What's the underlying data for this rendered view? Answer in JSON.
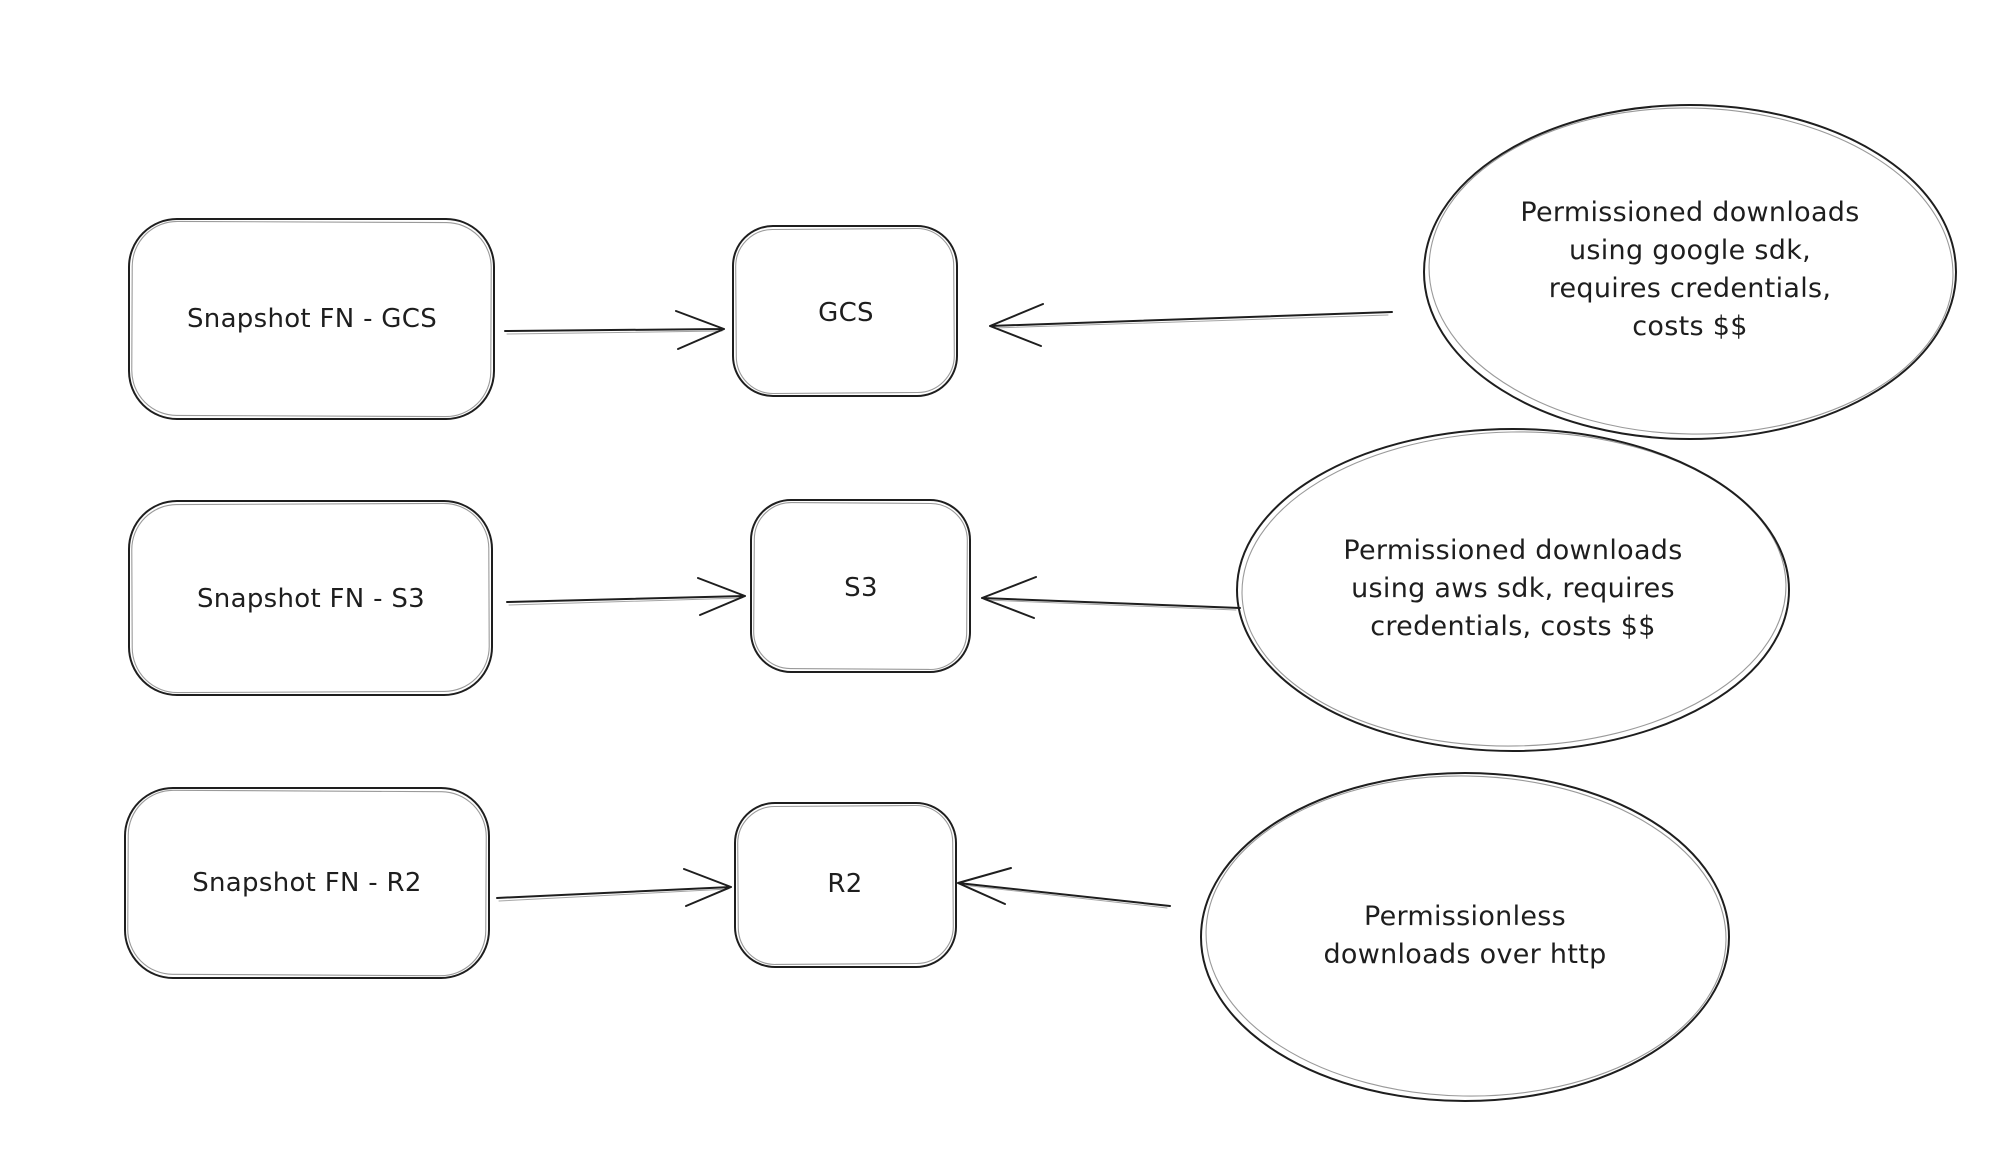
{
  "diagram": {
    "background_color": "#ffffff",
    "stroke_color": "#1e1e1e",
    "rows": [
      {
        "id": "gcs",
        "source_label": "Snapshot FN - GCS",
        "target_label": "GCS",
        "note_lines": [
          "Permissioned downloads",
          "using google sdk,",
          "requires credentials,",
          "costs $$"
        ]
      },
      {
        "id": "s3",
        "source_label": "Snapshot FN - S3",
        "target_label": "S3",
        "note_lines": [
          "Permissioned downloads",
          "using aws sdk, requires",
          "credentials, costs $$"
        ]
      },
      {
        "id": "r2",
        "source_label": "Snapshot FN - R2",
        "target_label": "R2",
        "note_lines": [
          "Permissionless",
          "downloads over http"
        ]
      }
    ]
  }
}
